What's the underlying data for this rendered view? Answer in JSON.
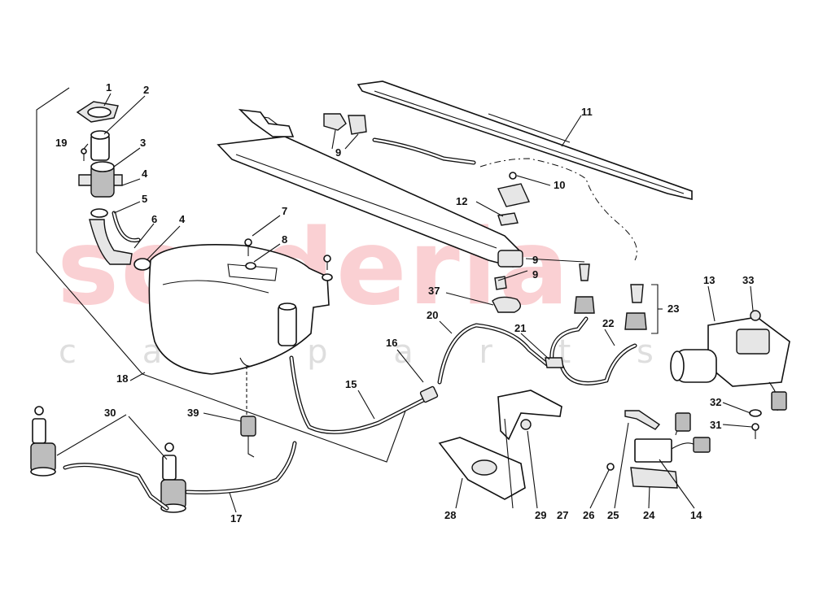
{
  "watermark": {
    "main": "scuderia",
    "sub": "c a r p a r t s"
  },
  "callouts": [
    "1",
    "2",
    "3",
    "4",
    "5",
    "6",
    "4",
    "7",
    "8",
    "9",
    "9",
    "9",
    "10",
    "11",
    "12",
    "13",
    "14",
    "15",
    "16",
    "17",
    "18",
    "19",
    "20",
    "21",
    "22",
    "23",
    "24",
    "25",
    "26",
    "27",
    "28",
    "29",
    "30",
    "31",
    "32",
    "33",
    "37",
    "39"
  ]
}
